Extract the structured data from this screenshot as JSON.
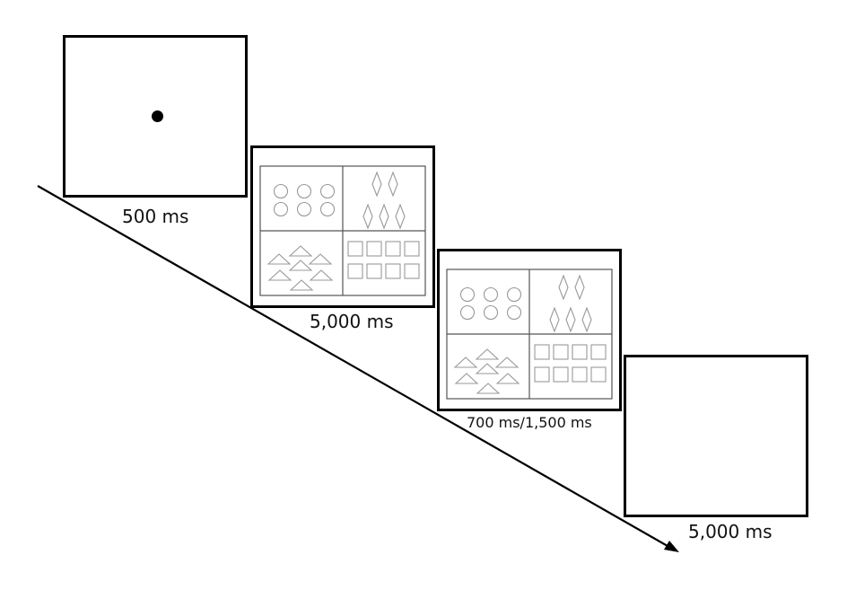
{
  "screens": [
    {
      "id": "fixation",
      "duration": "500 ms",
      "content": "fixation-dot"
    },
    {
      "id": "study-display",
      "duration": "5,000 ms",
      "content": "shape-grid"
    },
    {
      "id": "test-display",
      "duration": "700 ms/1,500 ms",
      "content": "shape-grid"
    },
    {
      "id": "blank",
      "duration": "5,000 ms",
      "content": "empty"
    }
  ],
  "grid": {
    "quadrants": [
      {
        "shape": "circle",
        "count": 6
      },
      {
        "shape": "diamond",
        "count": 5
      },
      {
        "shape": "triangle",
        "count": 7
      },
      {
        "shape": "square",
        "count": 8
      }
    ]
  },
  "colors": {
    "frame": "#000000",
    "stimulus": "#999999",
    "arrow": "#000000",
    "text": "#111111"
  }
}
